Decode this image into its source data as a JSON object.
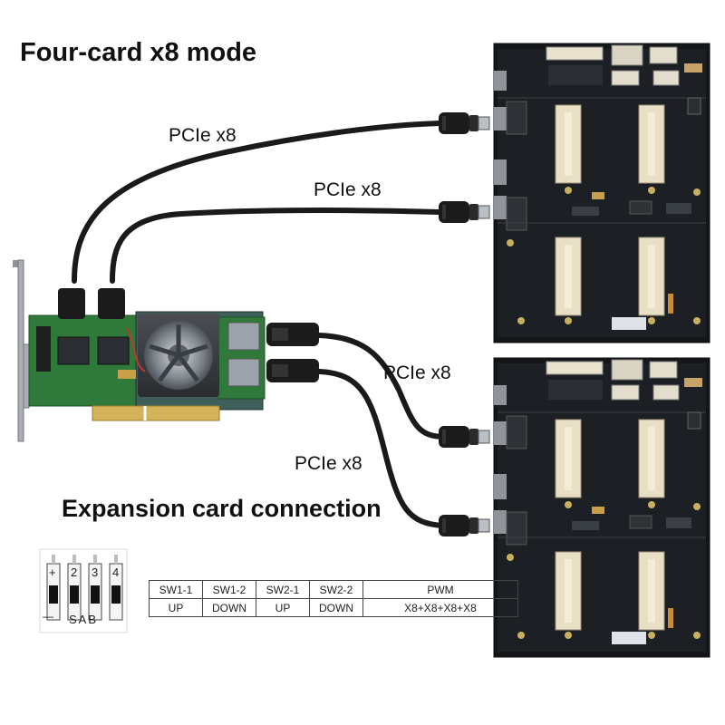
{
  "heading": "Four-card x8 mode",
  "subheading": "Expansion card connection",
  "cable_labels": [
    "PCIe x8",
    "PCIe x8",
    "PCIe x8",
    "PCIe x8"
  ],
  "dip_switch": {
    "numbers": [
      "+",
      "2",
      "3",
      "4"
    ],
    "minus": "—",
    "positions": "SAB"
  },
  "switch_table": {
    "headers": [
      "SW1-1",
      "SW1-2",
      "SW2-1",
      "SW2-2",
      "PWM"
    ],
    "row": [
      "UP",
      "DOWN",
      "UP",
      "DOWN",
      "X8+X8+X8+X8"
    ]
  },
  "colors": {
    "pcb_green": "#2f7a3a",
    "backplane_black": "#15171a",
    "cable_black": "#1a1a1a",
    "heatsink_gray": "#9aa0a6",
    "pcb_blue": "#3c5a9a",
    "gold": "#d4b25a"
  }
}
